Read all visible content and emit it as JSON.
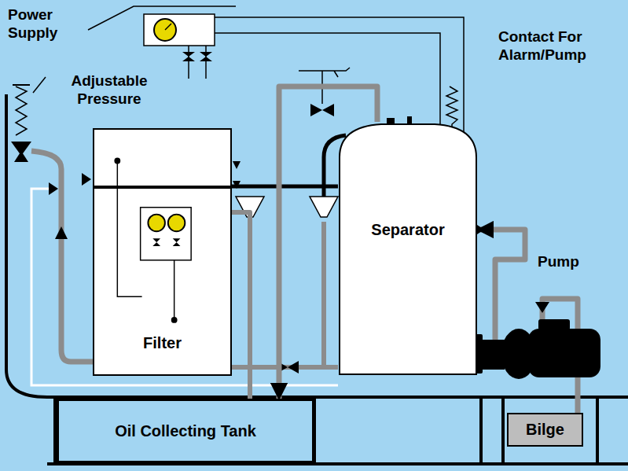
{
  "diagram": {
    "nodes": [
      {
        "text": [
          "Filter"
        ]
      },
      {
        "text": [
          "Separator"
        ]
      },
      {
        "text": [
          "Oil Collecting Tank"
        ]
      },
      {
        "text": [
          "Bilge"
        ]
      }
    ],
    "edges": [
      {
        "from": 3,
        "to": 1,
        "arrow": "to"
      },
      {
        "from": 1,
        "to": 0,
        "arrow": "none"
      },
      {
        "from": 1,
        "to": 2,
        "arrow": "to"
      },
      {
        "from": 0,
        "to": 2,
        "arrow": "none"
      }
    ],
    "labels": [
      "Power Supply",
      "Adjustable Pressure",
      "Contact For Alarm/Pump",
      "Pump"
    ]
  }
}
